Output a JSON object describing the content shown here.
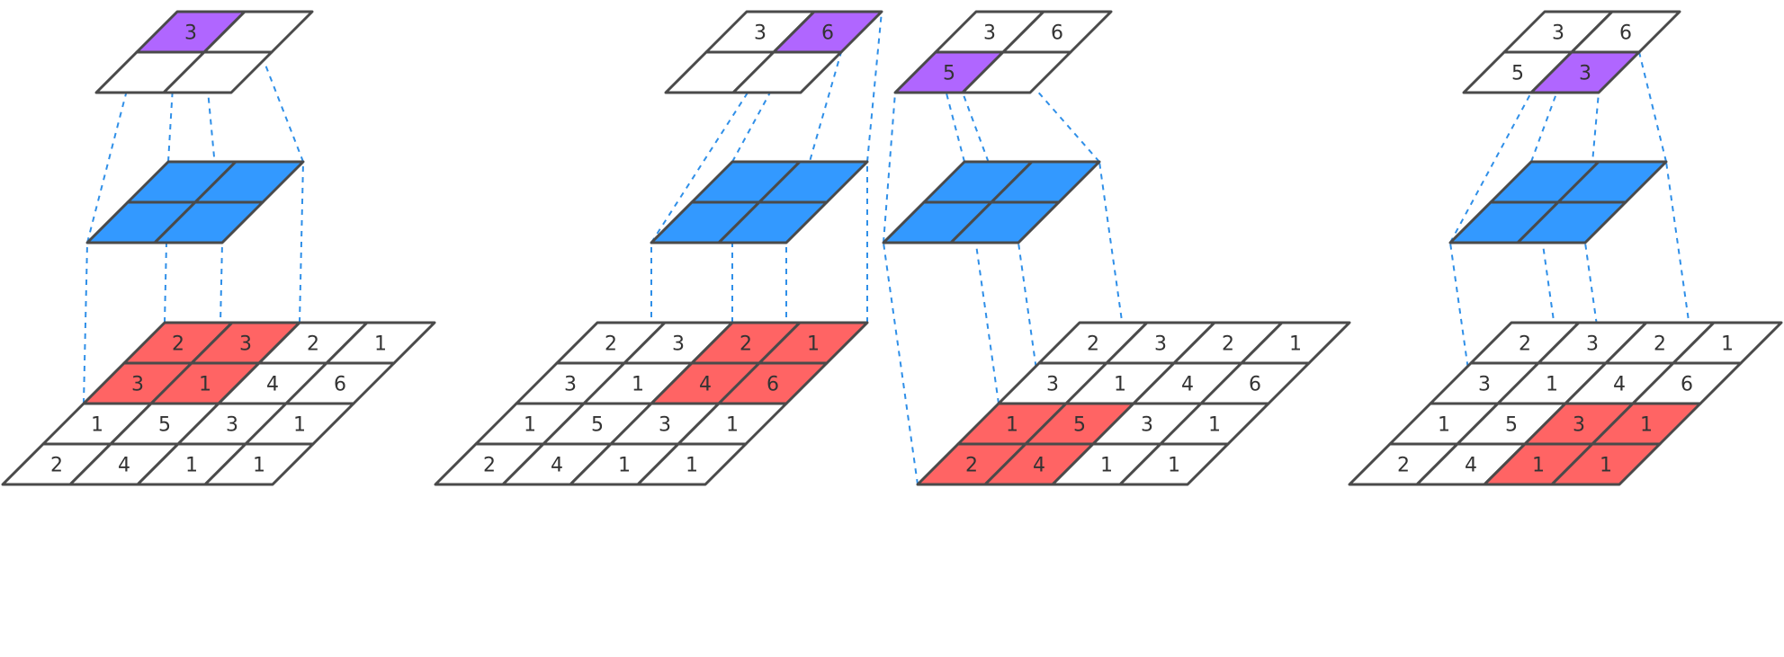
{
  "colors": {
    "line": "#4a4a4a",
    "empty_cell": "#ffffff",
    "input_highlight": "#ff6464",
    "kernel": "#3399ff",
    "output_highlight": "#b066ff",
    "connector": "#2f8fe8",
    "text": "#333333"
  },
  "steps": [
    {
      "input_grid": [
        [
          "2",
          "3",
          "2",
          "1"
        ],
        [
          "3",
          "1",
          "4",
          "6"
        ],
        [
          "1",
          "5",
          "3",
          "1"
        ],
        [
          "2",
          "4",
          "1",
          "1"
        ]
      ],
      "input_highlight": [
        [
          0,
          0
        ],
        [
          0,
          1
        ],
        [
          1,
          0
        ],
        [
          1,
          1
        ]
      ],
      "kernel_size": 2,
      "output_grid": [
        [
          "3",
          ""
        ],
        [
          "",
          ""
        ]
      ],
      "output_highlight": [
        0,
        0
      ]
    },
    {
      "input_grid": [
        [
          "2",
          "3",
          "2",
          "1"
        ],
        [
          "3",
          "1",
          "4",
          "6"
        ],
        [
          "1",
          "5",
          "3",
          "1"
        ],
        [
          "2",
          "4",
          "1",
          "1"
        ]
      ],
      "input_highlight": [
        [
          0,
          2
        ],
        [
          0,
          3
        ],
        [
          1,
          2
        ],
        [
          1,
          3
        ]
      ],
      "kernel_size": 2,
      "output_grid": [
        [
          "3",
          "6"
        ],
        [
          "",
          ""
        ]
      ],
      "output_highlight": [
        0,
        1
      ]
    },
    {
      "input_grid": [
        [
          "2",
          "3",
          "2",
          "1"
        ],
        [
          "3",
          "1",
          "4",
          "6"
        ],
        [
          "1",
          "5",
          "3",
          "1"
        ],
        [
          "2",
          "4",
          "1",
          "1"
        ]
      ],
      "input_highlight": [
        [
          2,
          0
        ],
        [
          2,
          1
        ],
        [
          3,
          0
        ],
        [
          3,
          1
        ]
      ],
      "kernel_size": 2,
      "output_grid": [
        [
          "3",
          "6"
        ],
        [
          "5",
          ""
        ]
      ],
      "output_highlight": [
        1,
        0
      ]
    },
    {
      "input_grid": [
        [
          "2",
          "3",
          "2",
          "1"
        ],
        [
          "3",
          "1",
          "4",
          "6"
        ],
        [
          "1",
          "5",
          "3",
          "1"
        ],
        [
          "2",
          "4",
          "1",
          "1"
        ]
      ],
      "input_highlight": [
        [
          2,
          2
        ],
        [
          2,
          3
        ],
        [
          3,
          2
        ],
        [
          3,
          3
        ]
      ],
      "kernel_size": 2,
      "output_grid": [
        [
          "3",
          "6"
        ],
        [
          "5",
          "3"
        ]
      ],
      "output_highlight": [
        1,
        1
      ]
    }
  ]
}
